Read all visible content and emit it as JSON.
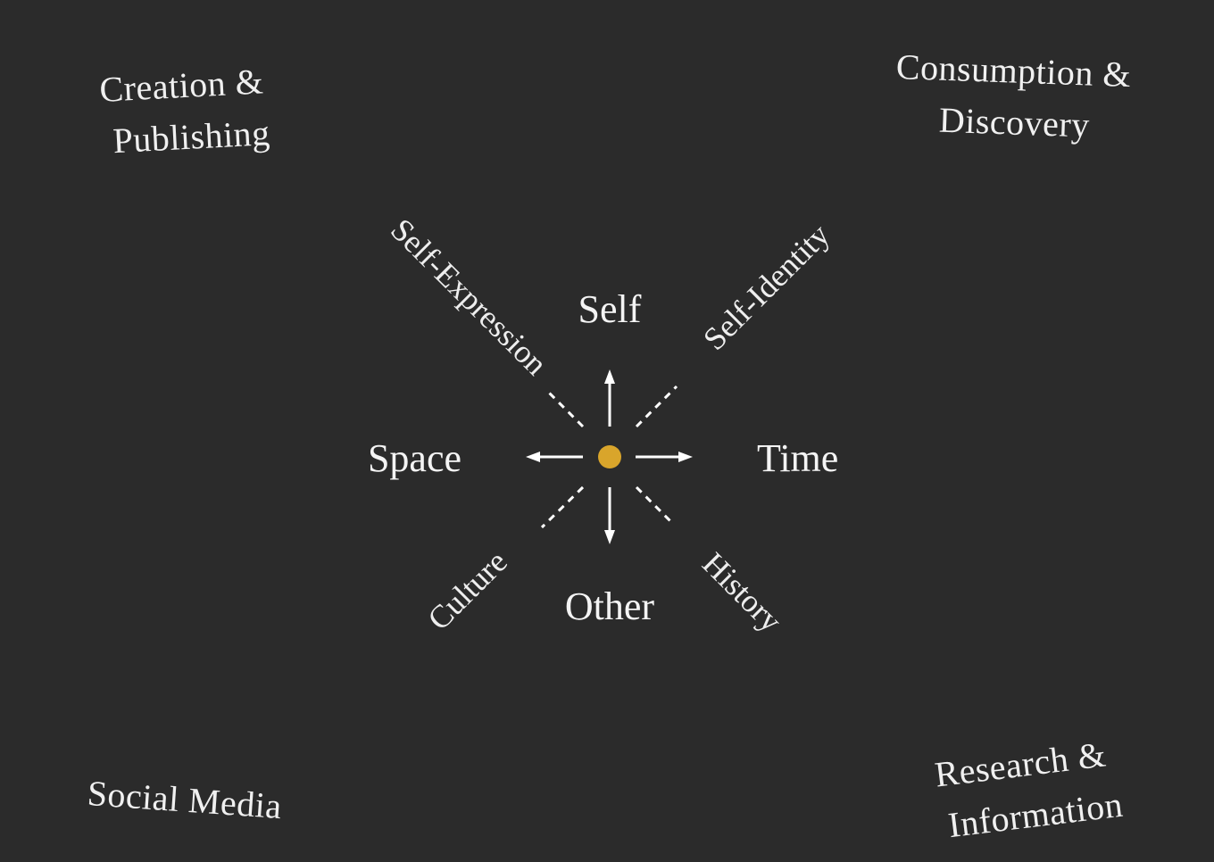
{
  "corners": {
    "top_left": [
      "Creation &",
      "Publishing"
    ],
    "top_right": [
      "Consumption &",
      "Discovery"
    ],
    "bottom_left": [
      "Social Media"
    ],
    "bottom_right": [
      "Research &",
      "Information"
    ]
  },
  "axes": {
    "up": "Self",
    "down": "Other",
    "left": "Space",
    "right": "Time"
  },
  "diagonals": {
    "upper_left": "Self-Expression",
    "upper_right": "Self-Identity",
    "lower_left": "Culture",
    "lower_right": "History"
  },
  "colors": {
    "background": "#2b2b2b",
    "center_dot": "#d9a52b",
    "lines": "#ffffff"
  }
}
